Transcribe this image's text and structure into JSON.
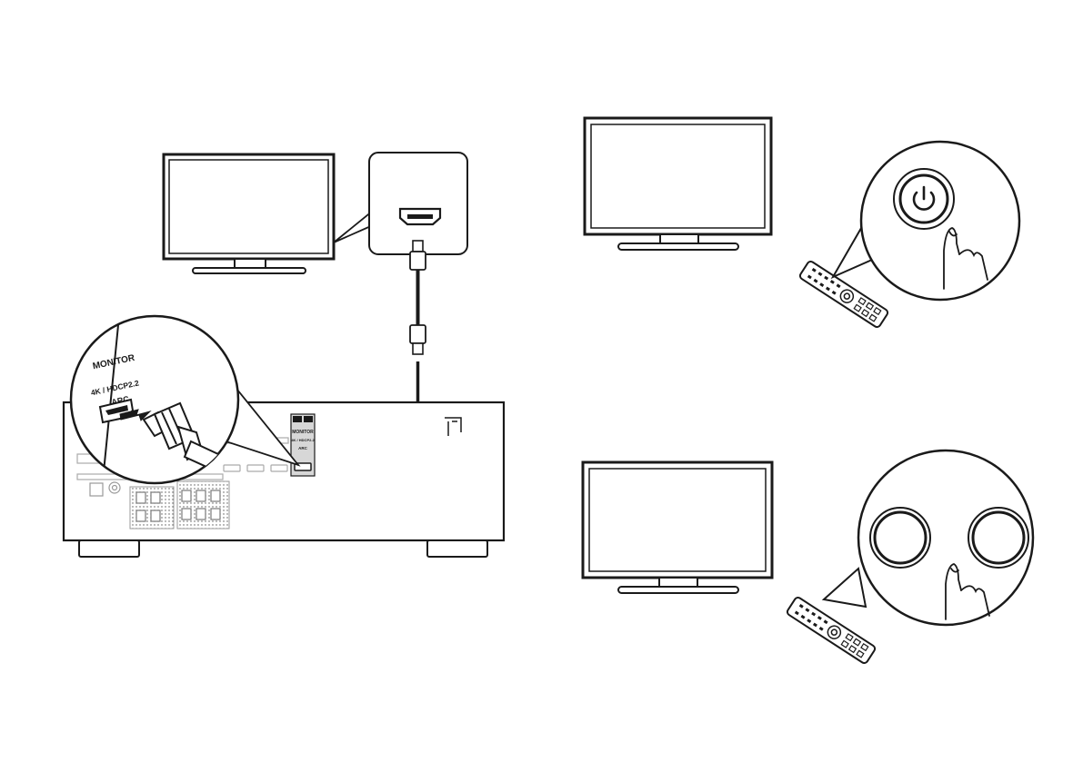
{
  "zoom_labels": {
    "monitor": "MONITOR",
    "hdcp": "4K / HDCP2.2",
    "arc": "ARC"
  },
  "panel_labels": {
    "monitor": "MONITOR",
    "hdcp": "4K / HDCP2.2",
    "arc": "ARC"
  },
  "colors": {
    "line": "#1a1a1a",
    "screen_fill": "#ffffff",
    "background": "#ffffff"
  }
}
